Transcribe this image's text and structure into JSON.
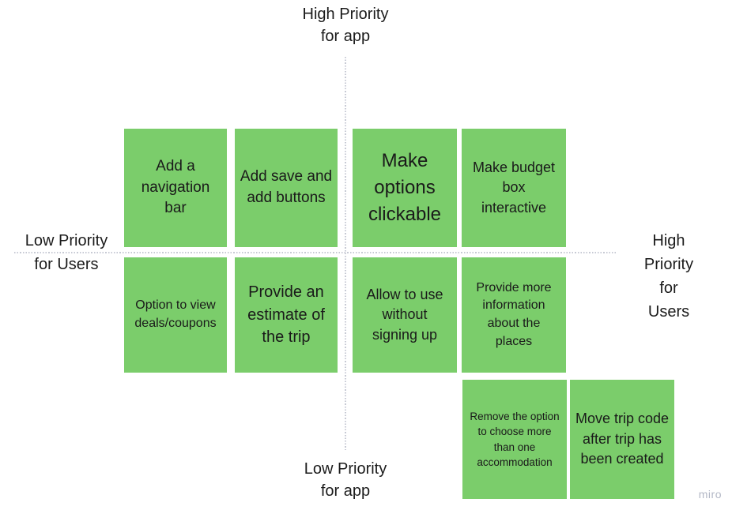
{
  "board": {
    "axis_labels": {
      "top": "High Priority\nfor app",
      "bottom": "Low Priority\nfor app",
      "left": "Low Priority\nfor Users",
      "right": "High Priority\nfor Users"
    },
    "notes": [
      {
        "text": "Add a\nnavigation\nbar",
        "quadrant": "high-app-low-users"
      },
      {
        "text": "Add save and\nadd buttons",
        "quadrant": "high-app-low-users"
      },
      {
        "text": "Make\noptions\nclickable",
        "quadrant": "high-app-high-users"
      },
      {
        "text": "Make budget\nbox\ninteractive",
        "quadrant": "high-app-high-users"
      },
      {
        "text": "Option to view\ndeals/coupons",
        "quadrant": "low-app-low-users"
      },
      {
        "text": "Provide an\nestimate of\nthe trip",
        "quadrant": "low-app-low-users"
      },
      {
        "text": "Allow to use\nwithout\nsigning up",
        "quadrant": "low-app-high-users"
      },
      {
        "text": "Provide more\ninformation\nabout the\nplaces",
        "quadrant": "low-app-high-users"
      },
      {
        "text": "Remove the option\nto choose more\nthan one\naccommodation",
        "quadrant": "low-app-high-users"
      },
      {
        "text": "Move trip code\nafter trip has\nbeen created",
        "quadrant": "low-app-high-users"
      }
    ],
    "watermark": "miro",
    "colors": {
      "note_fill": "#7bcd6b",
      "note_text": "#1a1a1a",
      "axis_line": "#c7cad4",
      "label_text": "#1b1b1b",
      "watermark_text": "#b3b8c6"
    }
  }
}
